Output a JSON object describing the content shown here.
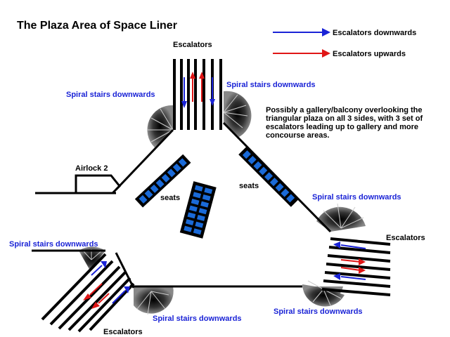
{
  "title": "The Plaza Area of Space Liner",
  "legend": {
    "down_label": "Escalators downwards",
    "up_label": "Escalators upwards",
    "down_color": "#1a23d6",
    "up_color": "#e01616"
  },
  "labels": {
    "escalators_top": "Escalators",
    "escalators_right": "Escalators",
    "escalators_bottom": "Escalators",
    "spiral_top_left": "Spiral stairs downwards",
    "spiral_top_right": "Spiral stairs downwards",
    "spiral_right": "Spiral stairs downwards",
    "spiral_left": "Spiral stairs downwards",
    "spiral_bottom_right": "Spiral stairs downwards",
    "spiral_bottom_center": "Spiral stairs downwards",
    "airlock": "Airlock 2",
    "seats_left": "seats",
    "seats_right": "seats",
    "note": "Possibly a gallery/balcony overlooking the triangular plaza on all 3 sides, with 3 set  of escalators leading up to gallery and more concourse areas."
  },
  "colors": {
    "wall": "#000000",
    "seat": "#1a6ad8",
    "label_blue": "#1a23d6"
  },
  "icons": [
    "arrow-right-icon",
    "spiral-stairs-icon",
    "escalator-icon",
    "seat-icon"
  ]
}
